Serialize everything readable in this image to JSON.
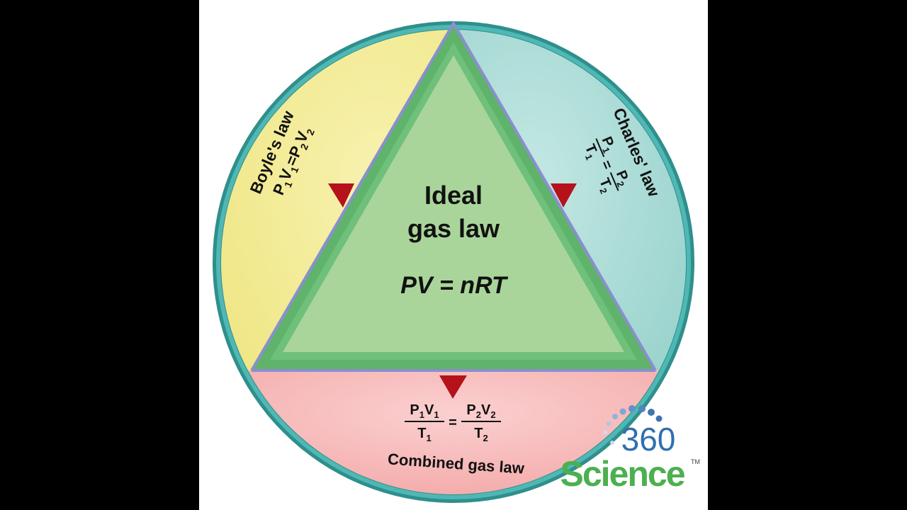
{
  "center": {
    "title_line1": "Ideal",
    "title_line2": "gas law",
    "equation": "PV = nRT"
  },
  "boyle": {
    "title": "Boyle's law",
    "P": "P",
    "V": "V",
    "eq": "=",
    "sub1": "1",
    "sub2": "2"
  },
  "charles": {
    "title": "Charles' law",
    "P": "P",
    "T": "T",
    "eq": "=",
    "sub1": "1",
    "sub2": "2"
  },
  "combined": {
    "title": "Combined gas law",
    "P": "P",
    "V": "V",
    "T": "T",
    "eq": "=",
    "sub1": "1",
    "sub2": "2"
  },
  "logo": {
    "number": "360",
    "word": "Science",
    "tm": "TM"
  },
  "colors": {
    "background": "#000000",
    "panel": "#ffffff",
    "ring": "#3aa3a0",
    "boyle_fill": "#f3ec98",
    "charles_fill": "#a9dbd6",
    "combined_fill": "#f4b3b3",
    "center_fill": "#a9d59a",
    "triangle_border": "#4fae5a",
    "edge_line": "#8a8fd0",
    "arrow": "#b5121b",
    "logo_blue": "#2f6fb0",
    "logo_green": "#4caf50"
  }
}
